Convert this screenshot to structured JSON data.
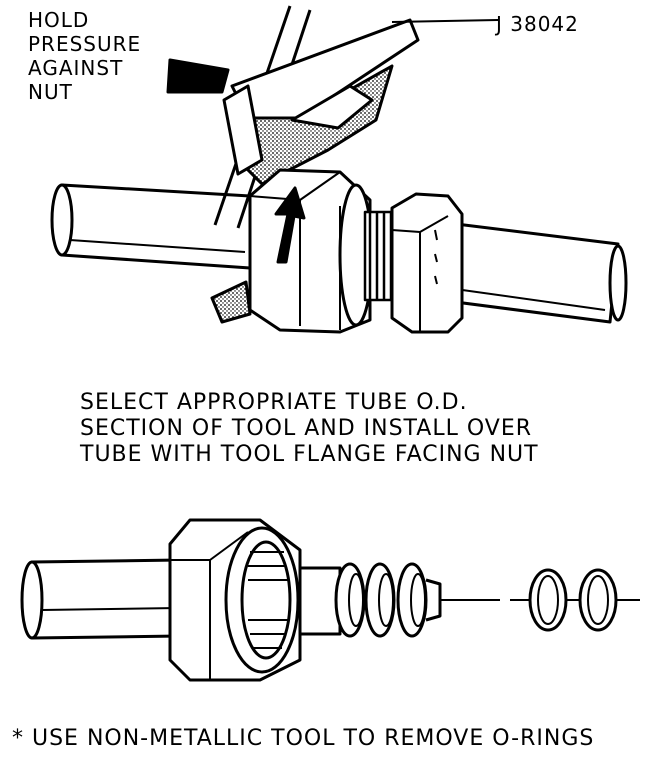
{
  "labels": {
    "hold_pressure": "HOLD\nPRESSURE\nAGAINST\nNUT",
    "tool_number": "J 38042",
    "instruction": "SELECT APPROPRIATE TUBE O.D.\nSECTION OF TOOL AND INSTALL OVER\nTUBE WITH TOOL FLANGE FACING NUT",
    "note": "* USE NON-METALLIC TOOL TO REMOVE O-RINGS"
  }
}
